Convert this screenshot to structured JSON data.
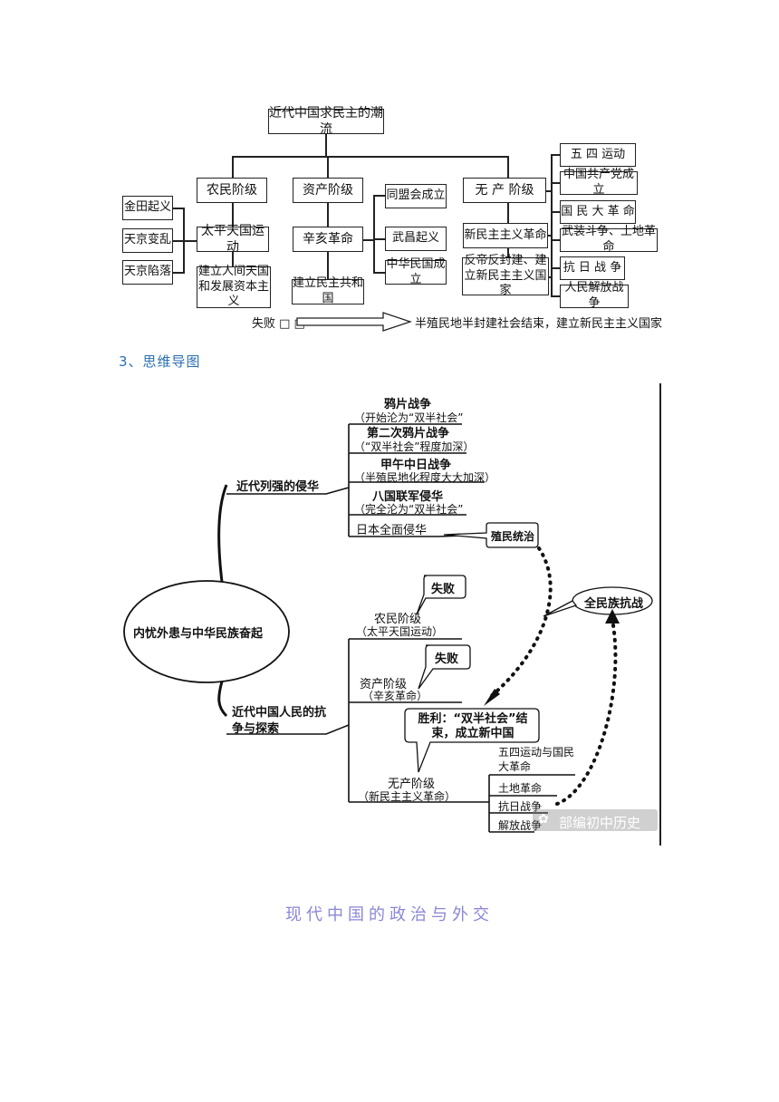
{
  "tree": {
    "root": "近代中国求民主的潮流",
    "peasant": {
      "class": "农民阶级",
      "events": [
        "金田起义",
        "天京变乱",
        "天京陷落"
      ],
      "movement": "太平天国运动",
      "goal": "建立人间天国和发展资本主义"
    },
    "bourgeois": {
      "class": "资产阶级",
      "events": [
        "同盟会成立",
        "武昌起义",
        "中华民国成立"
      ],
      "movement": "辛亥革命",
      "goal": "建立民主共和国"
    },
    "proletarian": {
      "class": "无 产 阶级",
      "events": [
        "五 四 运动",
        "中国共产党成立",
        "国 民 大 革 命",
        "武装斗争、土地革命",
        "抗 日 战 争",
        "人民解放战争"
      ],
      "movement": "新民主主义革命",
      "goal": "反帝反封建、建立新民主主义国家"
    },
    "failure": "失败 □ □",
    "result": "半殖民地半封建社会结束，建立新民主主义国家"
  },
  "heading3": "3、思维导图",
  "mindmap": {
    "center": "内忧外患与中华民族奋起",
    "branch1": {
      "label": "近代列强的侵华",
      "items": [
        {
          "title": "鸦片战争",
          "note": "（开始沦为“双半社会”"
        },
        {
          "title": "第二次鸦片战争",
          "note": "（“双半社会”程度加深）"
        },
        {
          "title": "甲午中日战争",
          "note": "（半殖民地化程度大大加深）"
        },
        {
          "title": "八国联军侵华",
          "note": "（完全沦为“双半社会”"
        },
        {
          "title": "日本全面侵华",
          "note": ""
        }
      ],
      "callout": "殖民统治"
    },
    "branch2": {
      "label": "近代中国人民的抗争与探索",
      "peasant": {
        "title": "农民阶级",
        "note": "（太平天国运动）",
        "callout": "失败"
      },
      "bourgeois": {
        "title": "资产阶级",
        "note": "（辛亥革命）",
        "callout": "失败"
      },
      "proletarian": {
        "title": "无产阶级",
        "note": "（新民主主义革命）",
        "callout": "胜利：“双半社会”结束，成立新中国",
        "sub": [
          "五四运动与国民大革命",
          "土地革命",
          "抗日战争",
          "解放战争"
        ]
      }
    },
    "resistance": "全民族抗战",
    "watermark": "部编初中历史"
  },
  "section_title": "现代中国的政治与外交"
}
